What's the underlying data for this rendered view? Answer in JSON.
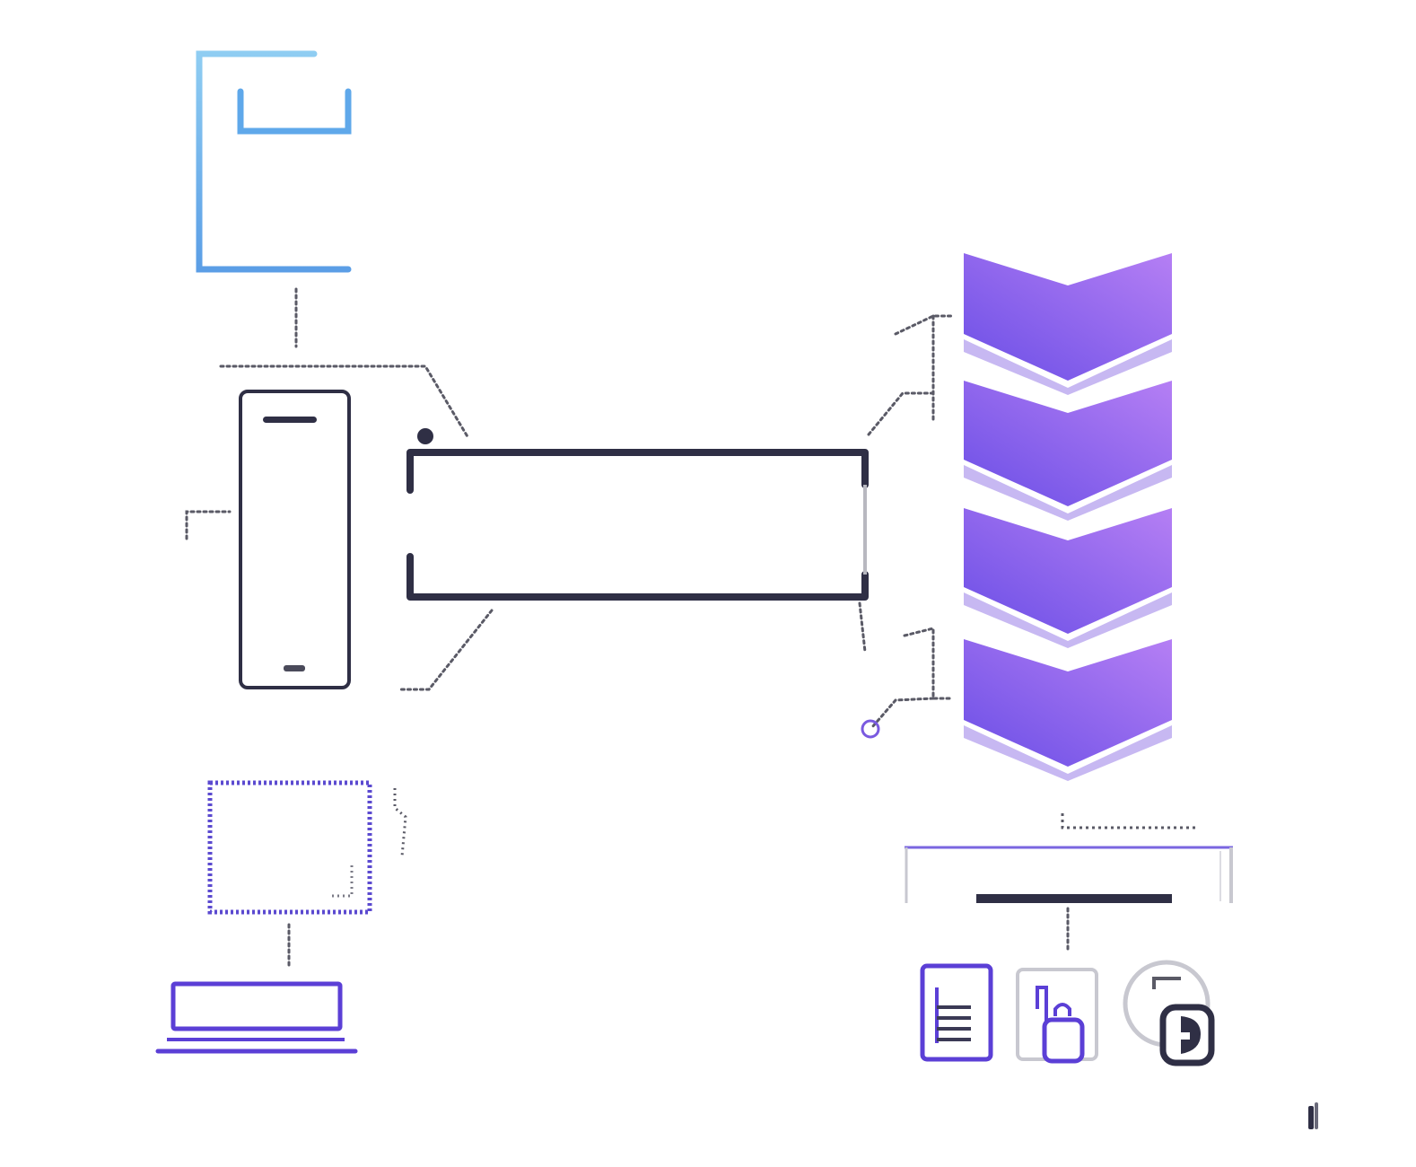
{
  "colors": {
    "background": "#ffffff",
    "outline_dark": "#2f2f45",
    "accent_blue": "#6fb8ec",
    "accent_violet": "#5b3fd6",
    "chevron_light": "#b57ff4",
    "chevron_deep": "#6a4ee6",
    "gray": "#b8b8c0",
    "connector": "#5a5a66"
  },
  "nodes": [
    {
      "id": "top-left-bracket",
      "icon": "bracket-frame-icon"
    },
    {
      "id": "phone-device",
      "icon": "phone-icon"
    },
    {
      "id": "central-bar",
      "icon": "horizontal-bar-frame-icon"
    },
    {
      "id": "chevron-stack",
      "icon": "chevron-down-icon",
      "count": 4
    },
    {
      "id": "dotted-square",
      "icon": "dotted-frame-icon"
    },
    {
      "id": "laptop-tray",
      "icon": "laptop-icon"
    },
    {
      "id": "slider-panel",
      "icon": "panel-icon"
    },
    {
      "id": "document",
      "icon": "document-icon"
    },
    {
      "id": "lock-card",
      "icon": "lock-icon"
    },
    {
      "id": "circle-badge",
      "icon": "circle-badge-icon"
    },
    {
      "id": "info-mark",
      "icon": "info-icon"
    }
  ]
}
